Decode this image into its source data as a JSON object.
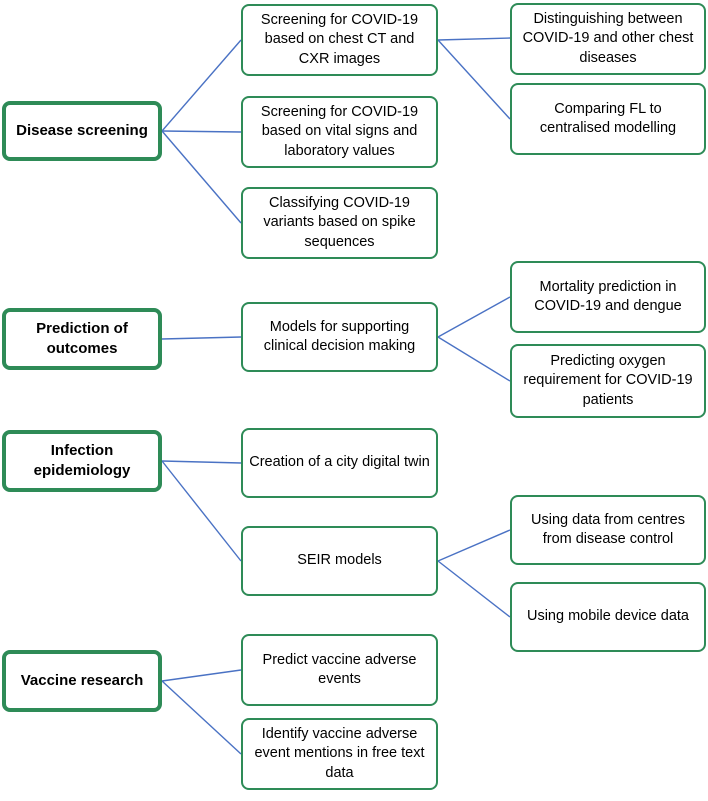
{
  "categories": [
    {
      "id": "disease-screening",
      "label": "Disease screening"
    },
    {
      "id": "prediction-of-outcomes",
      "label": "Prediction of outcomes"
    },
    {
      "id": "infection-epidemiology",
      "label": "Infection epidemiology"
    },
    {
      "id": "vaccine-research",
      "label": "Vaccine research"
    }
  ],
  "level2": [
    {
      "id": "ct-cxr",
      "label": "Screening for COVID-19 based on chest CT and CXR images"
    },
    {
      "id": "vital-signs",
      "label": "Screening for COVID-19 based on vital signs and laboratory values"
    },
    {
      "id": "variants",
      "label": "Classifying COVID-19 variants based on spike sequences"
    },
    {
      "id": "clinical-decision",
      "label": "Models for supporting clinical decision making"
    },
    {
      "id": "digital-twin",
      "label": "Creation of a city digital twin"
    },
    {
      "id": "seir",
      "label": "SEIR models"
    },
    {
      "id": "adverse-events",
      "label": "Predict vaccine adverse events"
    },
    {
      "id": "adverse-mentions",
      "label": "Identify vaccine adverse event mentions in free text data"
    }
  ],
  "level3": [
    {
      "id": "distinguishing",
      "label": "Distinguishing between COVID-19 and other chest diseases"
    },
    {
      "id": "fl-centralised",
      "label": "Comparing FL to centralised modelling"
    },
    {
      "id": "mortality",
      "label": "Mortality prediction in COVID-19 and dengue"
    },
    {
      "id": "oxygen",
      "label": "Predicting oxygen requirement for COVID-19 patients"
    },
    {
      "id": "centres",
      "label": "Using data from centres from disease control"
    },
    {
      "id": "mobile",
      "label": "Using mobile device data"
    }
  ],
  "colors": {
    "box_border": "#2e8b57",
    "connector": "#4a72c4"
  }
}
